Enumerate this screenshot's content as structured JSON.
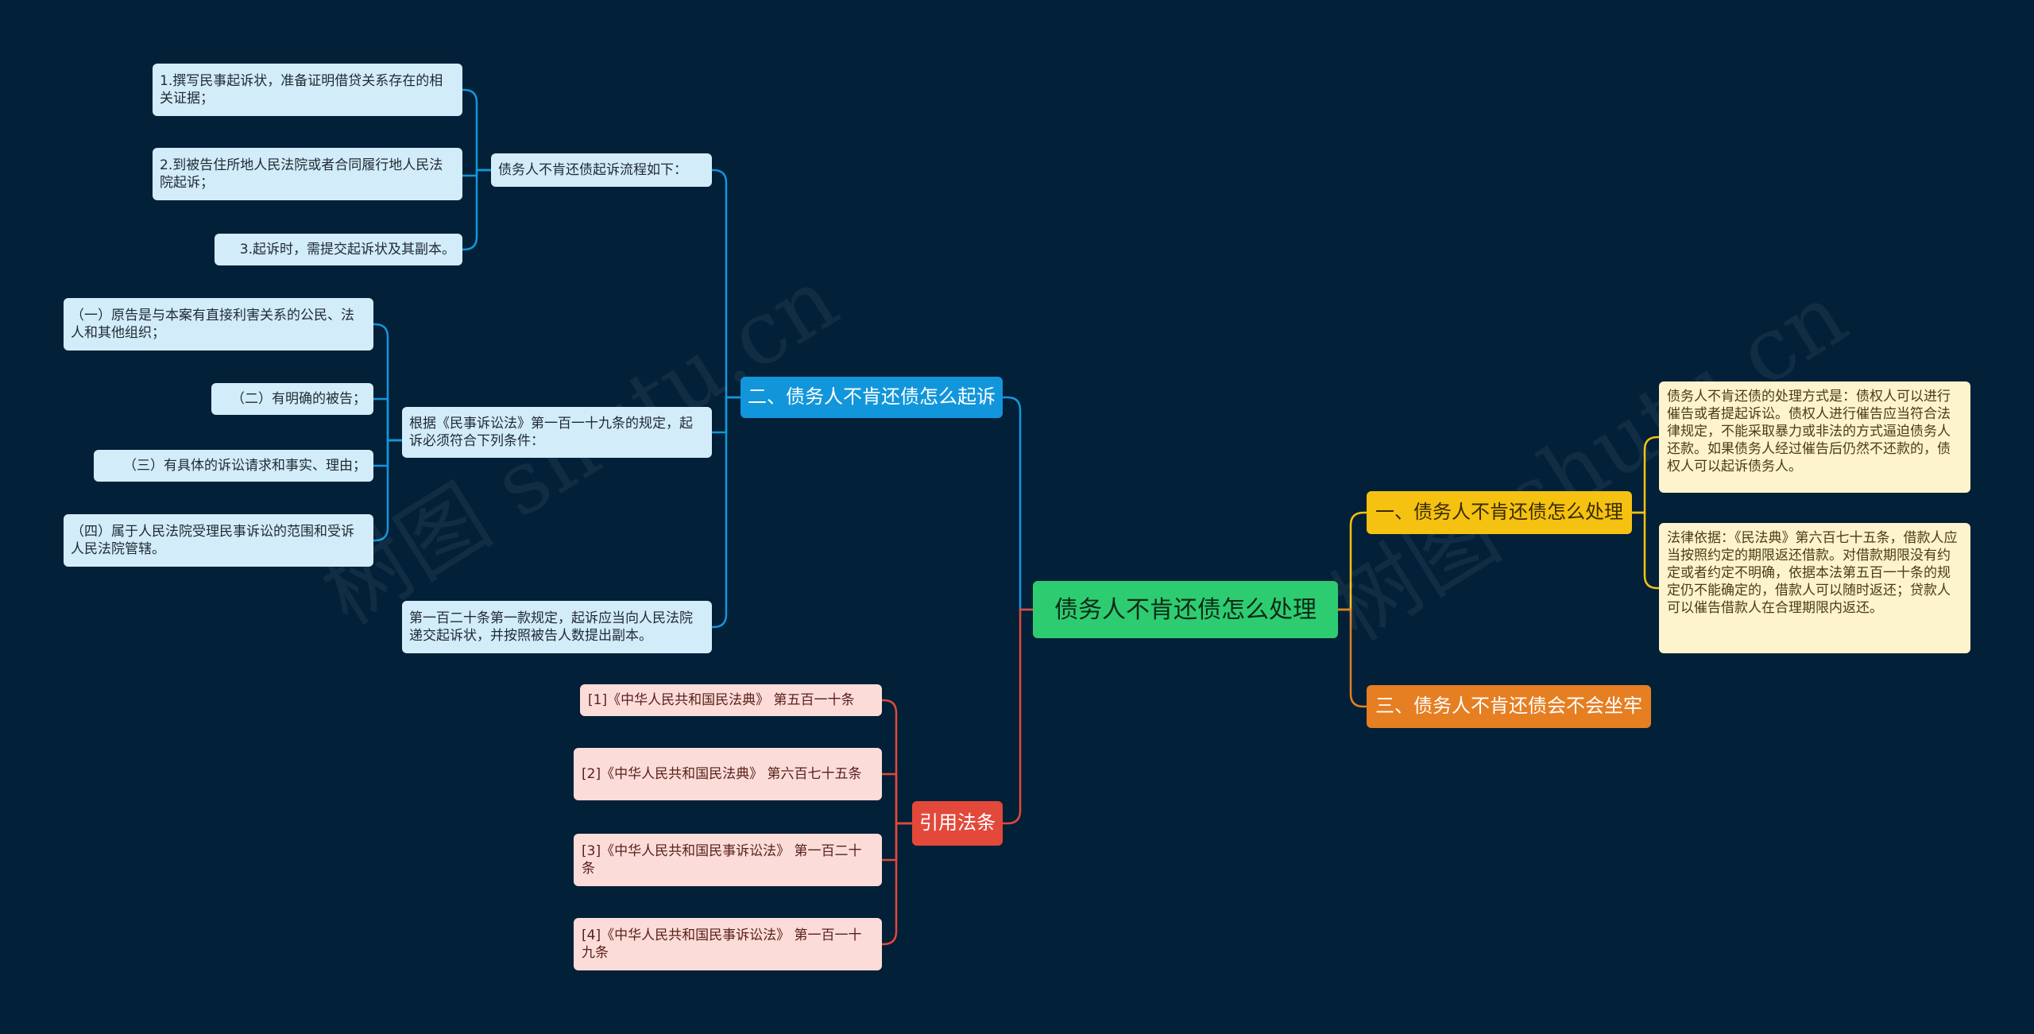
{
  "root": {
    "label": "债务人不肯还债怎么处理"
  },
  "branch_sue": {
    "label": "二、债务人不肯还债怎么起诉",
    "process": {
      "label": "债务人不肯还债起诉流程如下：",
      "steps": [
        "1.撰写民事起诉状，准备证明借贷关系存在的相关证据；",
        "2.到被告住所地人民法院或者合同履行地人民法院起诉；",
        "3.起诉时，需提交起诉状及其副本。"
      ]
    },
    "conditions": {
      "label": "根据《民事诉讼法》第一百一十九条的规定，起诉必须符合下列条件：",
      "items": [
        "（一）原告是与本案有直接利害关系的公民、法人和其他组织；",
        "（二）有明确的被告；",
        "（三）有具体的诉讼请求和事实、理由；",
        "（四）属于人民法院受理民事诉讼的范围和受诉人民法院管辖。"
      ]
    },
    "article120": "第一百二十条第一款规定，起诉应当向人民法院递交起诉状，并按照被告人数提出副本。"
  },
  "branch_handle": {
    "label": "一、债务人不肯还债怎么处理",
    "notes": [
      "债务人不肯还债的处理方式是：债权人可以进行催告或者提起诉讼。债权人进行催告应当符合法律规定，不能采取暴力或非法的方式逼迫债务人还款。如果债务人经过催告后仍然不还款的，债权人可以起诉债务人。",
      "法律依据：《民法典》第六百七十五条，借款人应当按照约定的期限返还借款。对借款期限没有约定或者约定不明确，依据本法第五百一十条的规定仍不能确定的，借款人可以随时返还；贷款人可以催告借款人在合理期限内返还。"
    ]
  },
  "branch_jail": {
    "label": "三、债务人不肯还债会不会坐牢"
  },
  "branch_laws": {
    "label": "引用法条",
    "items": [
      "[1]《中华人民共和国民法典》 第五百一十条",
      "[2]《中华人民共和国民法典》 第六百七十五条",
      "[3]《中华人民共和国民事诉讼法》 第一百二十条",
      "[4]《中华人民共和国民事诉讼法》 第一百一十九条"
    ]
  },
  "watermark": "树图 shutu.cn",
  "colors": {
    "background": "#022038",
    "root": "#2ecc71",
    "blue": "#1296db",
    "yellow": "#f5c211",
    "orange": "#e67e22",
    "red": "#e2493b"
  }
}
